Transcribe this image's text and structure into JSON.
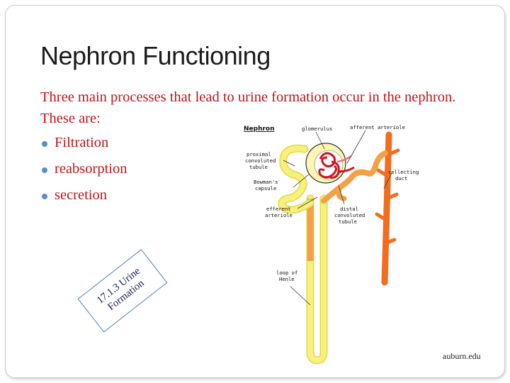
{
  "slide": {
    "title": "Nephron Functioning",
    "intro": "Three main processes that lead to urine formation occur in the nephron.  These are:",
    "bullets": [
      "Filtration",
      "reabsorption",
      "secretion"
    ],
    "note_line1": "17.1.3 Urine",
    "note_line2": "Formation",
    "source": "auburn.edu"
  },
  "diagram": {
    "title": "Nephron",
    "labels": {
      "glomerulus": "glomerulus",
      "efferent_arteriole_top": "afferent arteriole",
      "proximal_1": "proximal",
      "proximal_2": "convoluted",
      "proximal_3": "tubule",
      "bowman_1": "Bowman's",
      "bowman_2": "capsule",
      "efferent_1": "efferent",
      "efferent_2": "arteriole",
      "collecting_1": "collecting",
      "collecting_2": "duct",
      "distal_1": "distal",
      "distal_2": "convoluted",
      "distal_3": "tubule",
      "loop_1": "loop of",
      "loop_2": "Henle"
    },
    "colors": {
      "tubule": "#f7f07a",
      "capsule": "#fbf6b0",
      "glomerulus": "#d4121b",
      "duct": "#f26d1d",
      "arteriole": "#f4a046",
      "text": "#c0141a",
      "bullet": "#5b8fc9"
    }
  }
}
